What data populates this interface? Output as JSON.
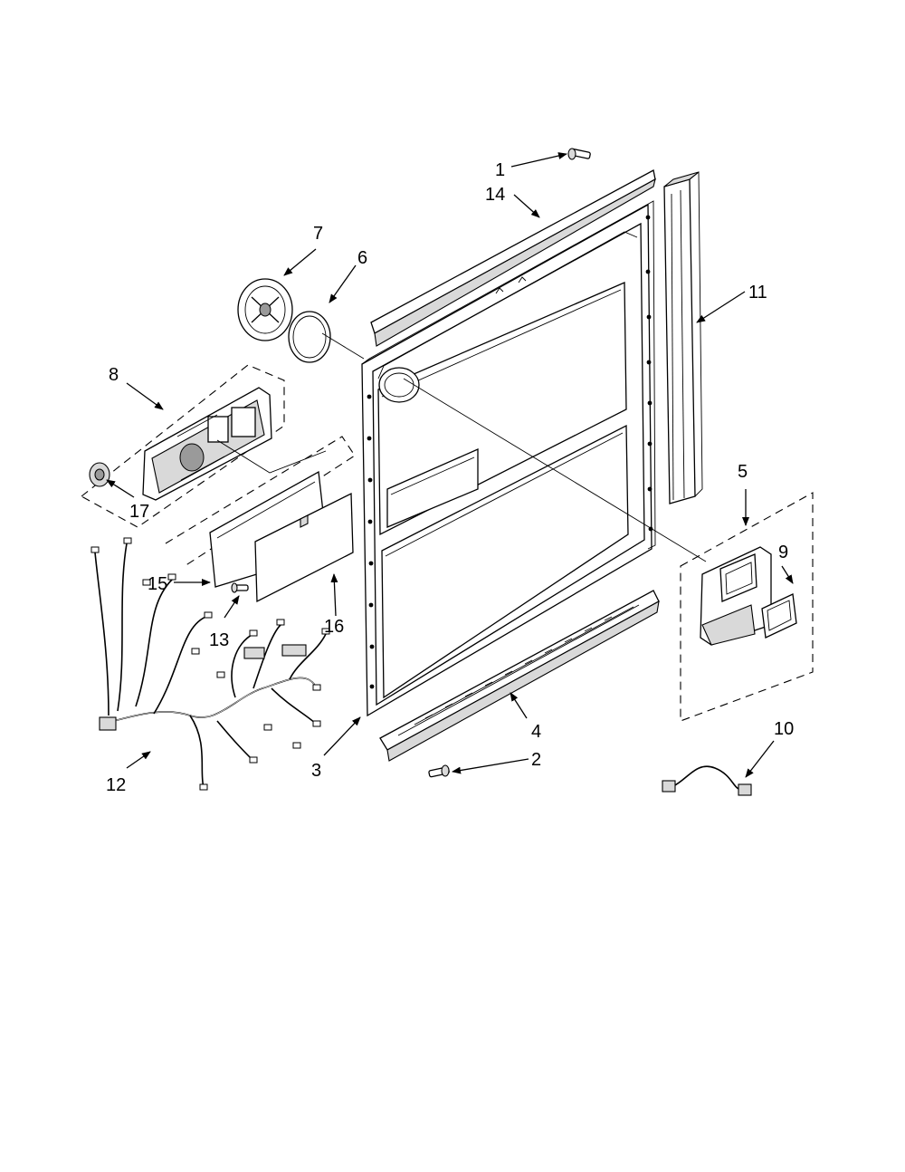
{
  "callouts": [
    {
      "id": "c1",
      "label": "1"
    },
    {
      "id": "c2",
      "label": "2"
    },
    {
      "id": "c3",
      "label": "3"
    },
    {
      "id": "c4",
      "label": "4"
    },
    {
      "id": "c5",
      "label": "5"
    },
    {
      "id": "c6",
      "label": "6"
    },
    {
      "id": "c7",
      "label": "7"
    },
    {
      "id": "c8",
      "label": "8"
    },
    {
      "id": "c9",
      "label": "9"
    },
    {
      "id": "c10",
      "label": "10"
    },
    {
      "id": "c11",
      "label": "11"
    },
    {
      "id": "c12",
      "label": "12"
    },
    {
      "id": "c13",
      "label": "13"
    },
    {
      "id": "c14",
      "label": "14"
    },
    {
      "id": "c15",
      "label": "15"
    },
    {
      "id": "c16",
      "label": "16"
    },
    {
      "id": "c17",
      "label": "17"
    }
  ]
}
